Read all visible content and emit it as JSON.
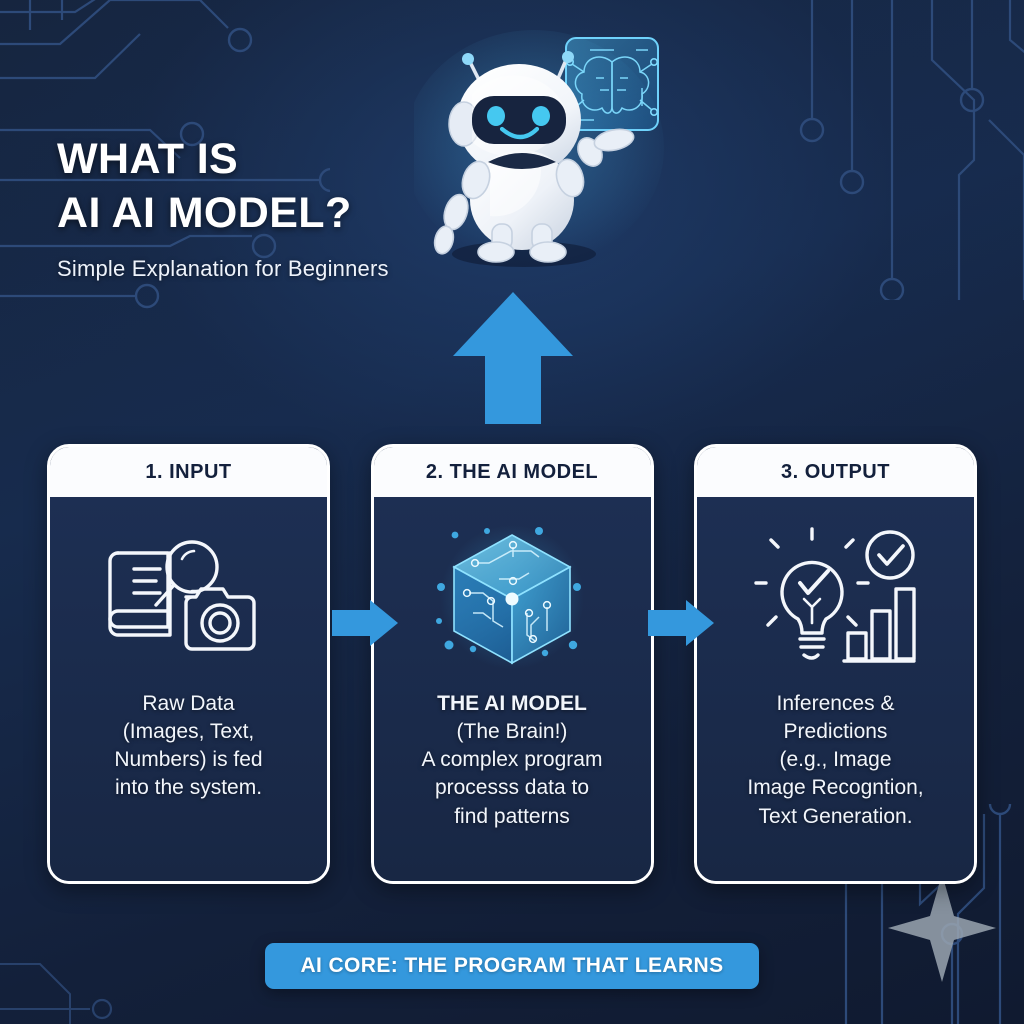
{
  "theme": {
    "background_navy": "#152444",
    "card_body_navy": "#1b2c4e",
    "card_header_white": "#fbfcfe",
    "accent_blue": "#3498dd",
    "glow_cyan": "#4fc3f7",
    "text_white": "#ffffff"
  },
  "header": {
    "title": "WHAT IS\nAI AI MODEL?",
    "subtitle": "Simple Explanation for Beginners"
  },
  "mascot": {
    "name": "ai-robot-mascot",
    "hologram": "brain-hologram-panel"
  },
  "flow": {
    "up_arrow": "arrow-up",
    "connectors": [
      "arrow-right",
      "arrow-right"
    ]
  },
  "cards": [
    {
      "header": "1. INPUT",
      "icon": "book-magnifier-camera-icon",
      "lines": [
        {
          "text": "Raw Data",
          "bold": false
        },
        {
          "text": "(Images, Text,",
          "bold": false
        },
        {
          "text": "Numbers) is fed",
          "bold": false
        },
        {
          "text": "into the system.",
          "bold": false
        }
      ]
    },
    {
      "header": "2. THE AI MODEL",
      "icon": "glowing-circuit-cube-icon",
      "lines": [
        {
          "text": "THE AI MODEL",
          "bold": true
        },
        {
          "text": "(The Brain!)",
          "bold": false
        },
        {
          "text": "A complex program",
          "bold": false
        },
        {
          "text": "processs data to",
          "bold": false
        },
        {
          "text": "find patterns",
          "bold": false
        }
      ]
    },
    {
      "header": "3. OUTPUT",
      "icon": "lightbulb-check-barchart-icon",
      "lines": [
        {
          "text": "Inferences &",
          "bold": false
        },
        {
          "text": "Predictions",
          "bold": false
        },
        {
          "text": "(e.g., Image",
          "bold": false
        },
        {
          "text": "Image Recogntion,",
          "bold": false
        },
        {
          "text": "Text Generation.",
          "bold": false
        }
      ]
    }
  ],
  "banner": {
    "text": "AI CORE: THE PROGRAM THAT LEARNS"
  },
  "decorations": {
    "top_left": "circuit-traces",
    "top_right": "circuit-traces",
    "bottom_right": "circuit-traces-sparkle",
    "bottom_left": "circuit-traces"
  }
}
